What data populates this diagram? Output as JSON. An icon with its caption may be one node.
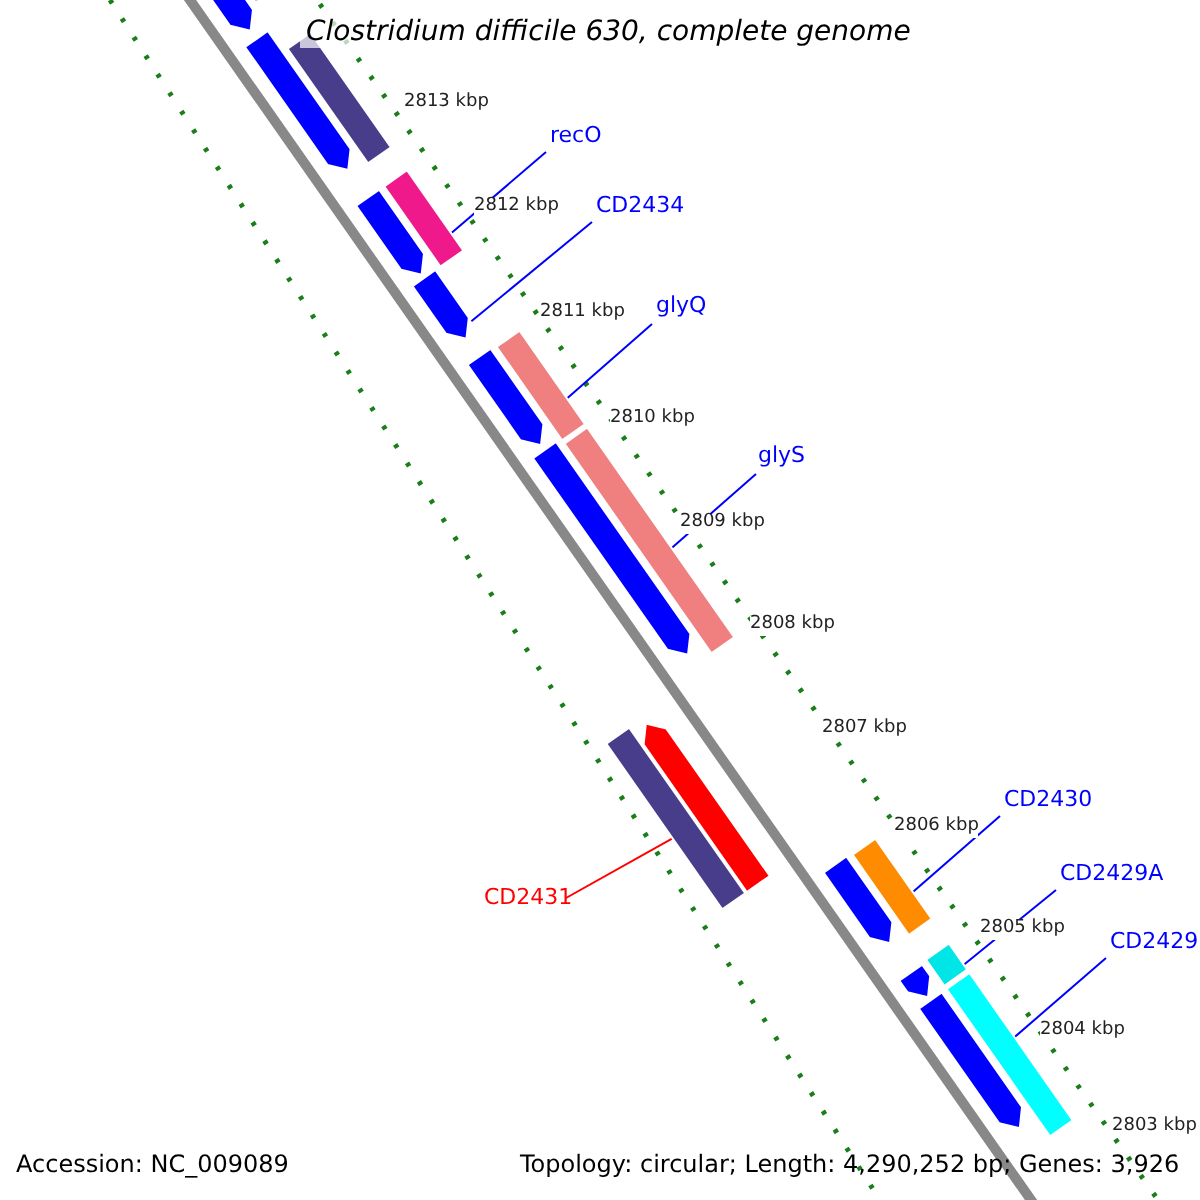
{
  "diagram": {
    "title": "Clostridium difficile 630, complete genome",
    "nodes": [
      {
        "text": [
          "recO"
        ]
      },
      {
        "text": [],
        "shape": "bar"
      },
      {
        "text": [
          "CD2434"
        ]
      },
      {
        "text": [],
        "shape": "bar"
      },
      {
        "text": [
          "glyQ"
        ]
      },
      {
        "text": [],
        "shape": "bar"
      },
      {
        "text": [
          "glyS"
        ]
      },
      {
        "text": [],
        "shape": "bar"
      },
      {
        "text": [
          "CD2431"
        ]
      },
      {
        "text": [],
        "shape": "bar"
      },
      {
        "text": [
          "CD2430"
        ]
      },
      {
        "text": [],
        "shape": "bar"
      },
      {
        "text": [
          "CD2429A"
        ]
      },
      {
        "text": [],
        "shape": "bar"
      },
      {
        "text": [
          "CD2429"
        ]
      },
      {
        "text": [],
        "shape": "bar"
      }
    ],
    "edges": [
      {
        "from": 0,
        "to": 1,
        "arrow": "none"
      },
      {
        "from": 2,
        "to": 3,
        "arrow": "none"
      },
      {
        "from": 4,
        "to": 5,
        "arrow": "none"
      },
      {
        "from": 6,
        "to": 7,
        "arrow": "none"
      },
      {
        "from": 8,
        "to": 9,
        "arrow": "none",
        "color": "#ff0000"
      },
      {
        "from": 10,
        "to": 11,
        "arrow": "none"
      },
      {
        "from": 12,
        "to": 13,
        "arrow": "none"
      },
      {
        "from": 14,
        "to": 15,
        "arrow": "none"
      }
    ],
    "labels": [
      "2813 kbp",
      "2812 kbp",
      "2811 kbp",
      "2810 kbp",
      "2809 kbp",
      "2808 kbp",
      "2807 kbp",
      "2806 kbp",
      "2805 kbp",
      "2804 kbp",
      "2803 kbp",
      "Accession: NC_009089",
      "Topology: circular; Length: 4,290,252 bp; Genes: 3,926"
    ]
  }
}
